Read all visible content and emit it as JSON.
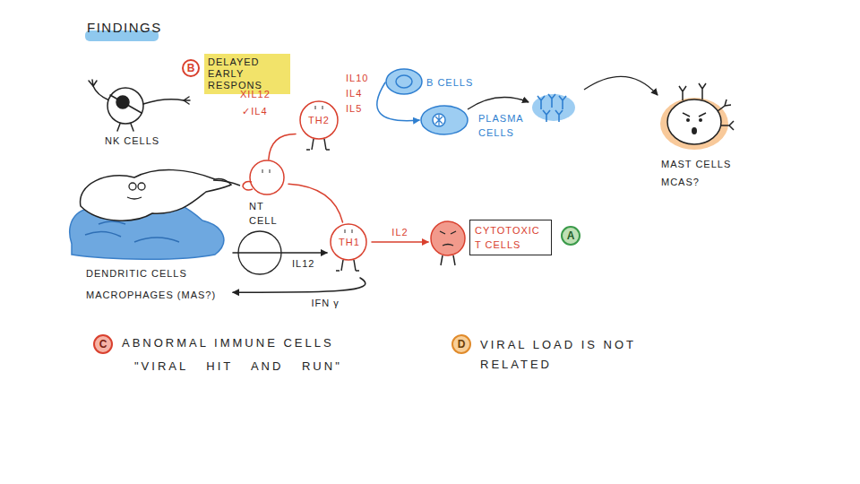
{
  "diagram": {
    "title": "FINDINGS",
    "nodes": [
      {
        "text": [
          "NK CELLS"
        ]
      },
      {
        "text": [
          "B"
        ]
      },
      {
        "text": [
          "DELAYED EARLY RESPONS"
        ]
      },
      {
        "text": [
          "TH2"
        ]
      },
      {
        "text": [
          "B CELLS"
        ]
      },
      {
        "text": [
          "PLASMA CELLS"
        ]
      },
      {
        "text": [
          "MAST CELLS MCAS?"
        ]
      },
      {
        "text": [
          "NT CELL"
        ]
      },
      {
        "text": [
          "DENDRITIC CELLS MACROPHAGES (MAS?)"
        ]
      },
      {
        "text": [
          "TH1"
        ]
      },
      {
        "text": [
          "CYTOTOXIC T CELLS"
        ]
      },
      {
        "text": [
          "A"
        ]
      },
      {
        "text": [
          "C"
        ]
      },
      {
        "text": [
          "D"
        ]
      }
    ],
    "edges": [
      {
        "from": 7,
        "to": 3,
        "arrow": "none"
      },
      {
        "from": 4,
        "to": 5,
        "arrow": "to"
      },
      {
        "from": 7,
        "to": 9,
        "arrow": "none"
      },
      {
        "from": 8,
        "to": 9,
        "label": "IL12",
        "arrow": "to"
      },
      {
        "from": 9,
        "to": 10,
        "label": "IL2",
        "arrow": "to"
      },
      {
        "from": 9,
        "to": 8,
        "label": "IFN γ",
        "arrow": "to"
      }
    ],
    "labels": [
      "XIL12",
      "✓IL4",
      "IL10",
      "IL4",
      "IL5",
      "ABNORMAL IMMUNE CELLS",
      "\"VIRAL HIT AND RUN\"",
      "VIRAL LOAD IS NOT RELATED"
    ]
  }
}
